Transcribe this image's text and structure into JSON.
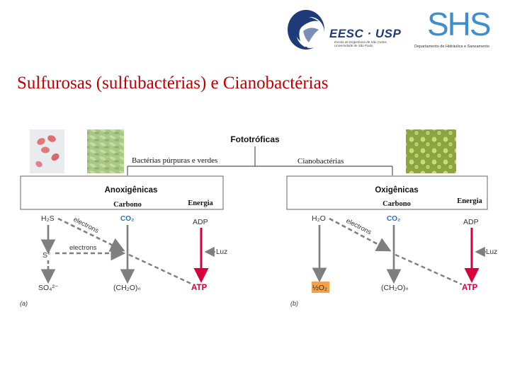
{
  "header": {
    "eesc_logo_text": "EESC · USP",
    "eesc_logo_sub": "Escola de Engenharia de São Carlos Universidade de São Paulo",
    "shs_logo_text": "SHS",
    "shs_logo_sub": "Departamento de Hidráulica e Saneamento"
  },
  "slide": {
    "title": "Sulfurosas (sulfubactérias) e Cianobactérias"
  },
  "diagram": {
    "root": "Fototróficas",
    "branch_left": "Bactérias púrpuras e verdes",
    "branch_right": "Cianobactérias",
    "left": {
      "heading": "Anoxigênicas",
      "carbon": "Carbono",
      "energy": "Energia",
      "donor": "H₂S",
      "electrons_1": "electrons",
      "intermediate": "S°",
      "electrons_2": "electrons",
      "product": "SO₄²⁻",
      "co2": "CO₂",
      "carbohydrate": "(CH₂O)ₙ",
      "adp": "ADP",
      "light": "Luz",
      "atp": "ATP",
      "panel_label": "(a)"
    },
    "right": {
      "heading": "Oxigênicas",
      "carbon": "Carbono",
      "energy": "Energia",
      "donor": "H₂O",
      "electrons": "electrons",
      "product": "½O₂",
      "co2": "CO₂",
      "carbohydrate": "(CH₂O)ₙ",
      "adp": "ADP",
      "light": "Luz",
      "atp": "ATP",
      "panel_label": "(b)"
    }
  },
  "colors": {
    "title": "#c00000",
    "atp": "#d6003a",
    "co2": "#1e73c9",
    "arrow_gray": "#7f7f7f",
    "oxygen_box": "#f5a04a"
  }
}
